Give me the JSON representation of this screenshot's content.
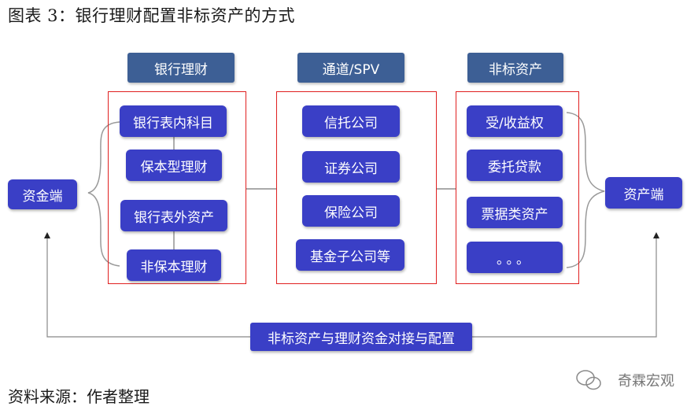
{
  "title": "图表 3：银行理财配置非标资产的方式",
  "source": "资料来源：作者整理",
  "headers": {
    "bank_wealth": "银行理财",
    "channel": "通道/SPV",
    "nonstandard": "非标资产"
  },
  "left_node": "资金端",
  "right_node": "资产端",
  "bank_items": [
    "银行表内科目",
    "保本型理财",
    "银行表外资产",
    "非保本理财"
  ],
  "channel_items": [
    "信托公司",
    "证券公司",
    "保险公司",
    "基金子公司等"
  ],
  "asset_items": [
    "受/收益权",
    "委托贷款",
    "票据类资产",
    "。。。"
  ],
  "bottom_bar": "非标资产与理财资金对接与配置",
  "watermark": "奇霖宏观",
  "colors": {
    "header_bg": "#3d5f95",
    "node_bg": "#3a3fc6",
    "frame": "#e02020",
    "line": "#808080"
  }
}
